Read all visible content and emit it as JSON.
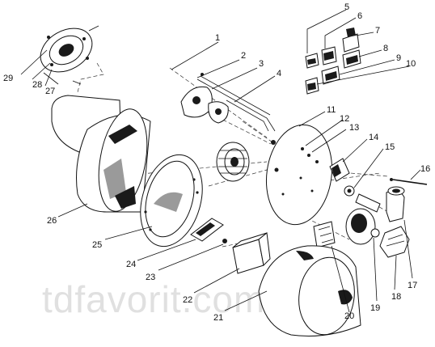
{
  "watermark": "tdfavorit.com.ua",
  "callouts": [
    "1",
    "2",
    "3",
    "4",
    "5",
    "6",
    "7",
    "8",
    "9",
    "10",
    "11",
    "12",
    "13",
    "14",
    "15",
    "16",
    "17",
    "18",
    "19",
    "20",
    "21",
    "22",
    "23",
    "24",
    "25",
    "26",
    "27",
    "28",
    "29"
  ]
}
